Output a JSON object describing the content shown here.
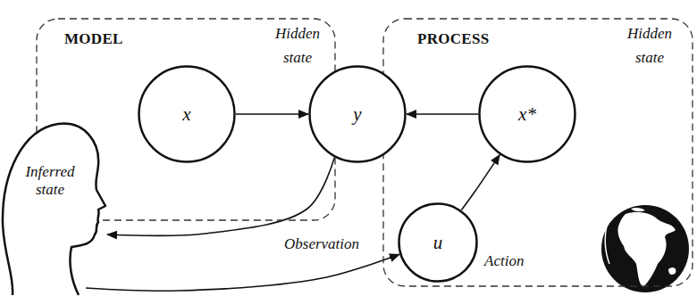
{
  "diagram": {
    "nodes": [
      {
        "text": [
          "MODEL",
          "Hidden state"
        ]
      },
      {
        "text": [
          "x"
        ],
        "in": 0
      },
      {
        "text": [
          "y"
        ]
      },
      {
        "text": [
          "PROCESS",
          "Hidden state"
        ]
      },
      {
        "text": [
          "x*"
        ],
        "in": 3
      },
      {
        "text": [
          "u"
        ],
        "in": 3
      },
      {
        "text": [
          "Inferred state"
        ]
      }
    ],
    "edges": [
      {
        "from": 1,
        "to": 2,
        "arrow": "to"
      },
      {
        "from": 4,
        "to": 2,
        "arrow": "to"
      },
      {
        "from": 5,
        "to": 4,
        "arrow": "to"
      },
      {
        "from": 2,
        "to": 6,
        "label": "Observation",
        "arrow": "to"
      },
      {
        "from": 6,
        "to": 5,
        "label": "Action",
        "arrow": "to"
      }
    ]
  }
}
